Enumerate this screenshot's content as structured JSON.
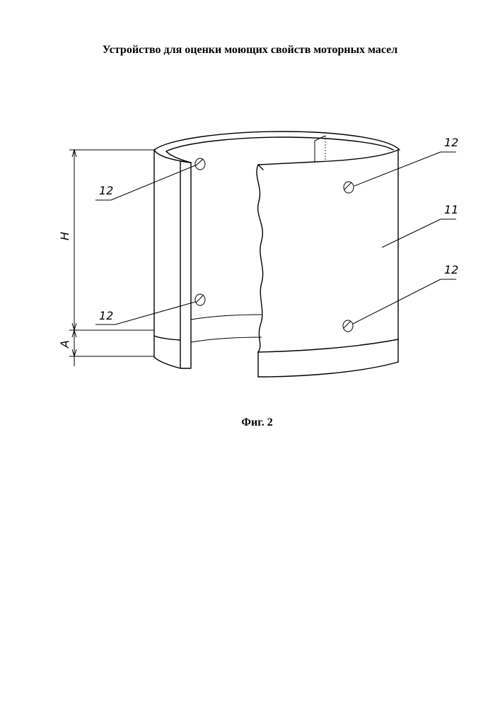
{
  "title": "Устройство для оценки моющих свойств моторных масел",
  "caption": "Фиг. 2",
  "labels": {
    "part_11": "11",
    "hole_12": "12",
    "dim_height": "H",
    "dim_a": "A"
  }
}
